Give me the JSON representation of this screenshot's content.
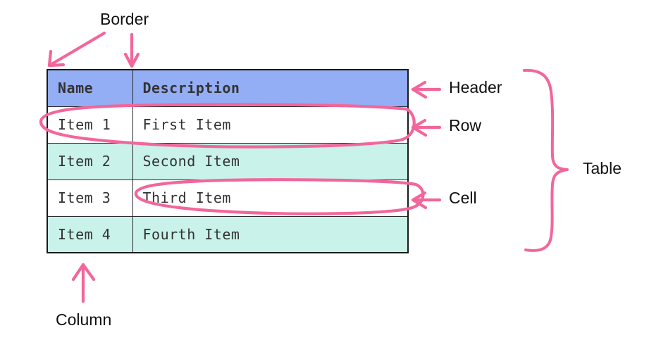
{
  "diagram": {
    "title": "Table anatomy annotation diagram",
    "colors": {
      "header_background": "#93aef5",
      "row_alt_background": "#c8f2ea",
      "row_background": "#ffffff",
      "border": "#2b2b2b",
      "annotation_pink": "#f2669b",
      "text": "#333333",
      "label_text": "#101010"
    }
  },
  "table": {
    "headers": [
      "Name",
      "Description"
    ],
    "rows": [
      [
        "Item 1",
        "First Item"
      ],
      [
        "Item 2",
        "Second Item"
      ],
      [
        "Item 3",
        "Third Item"
      ],
      [
        "Item 4",
        "Fourth Item"
      ]
    ]
  },
  "annotations": {
    "border": "Border",
    "header": "Header",
    "row": "Row",
    "cell": "Cell",
    "table": "Table",
    "column": "Column"
  }
}
